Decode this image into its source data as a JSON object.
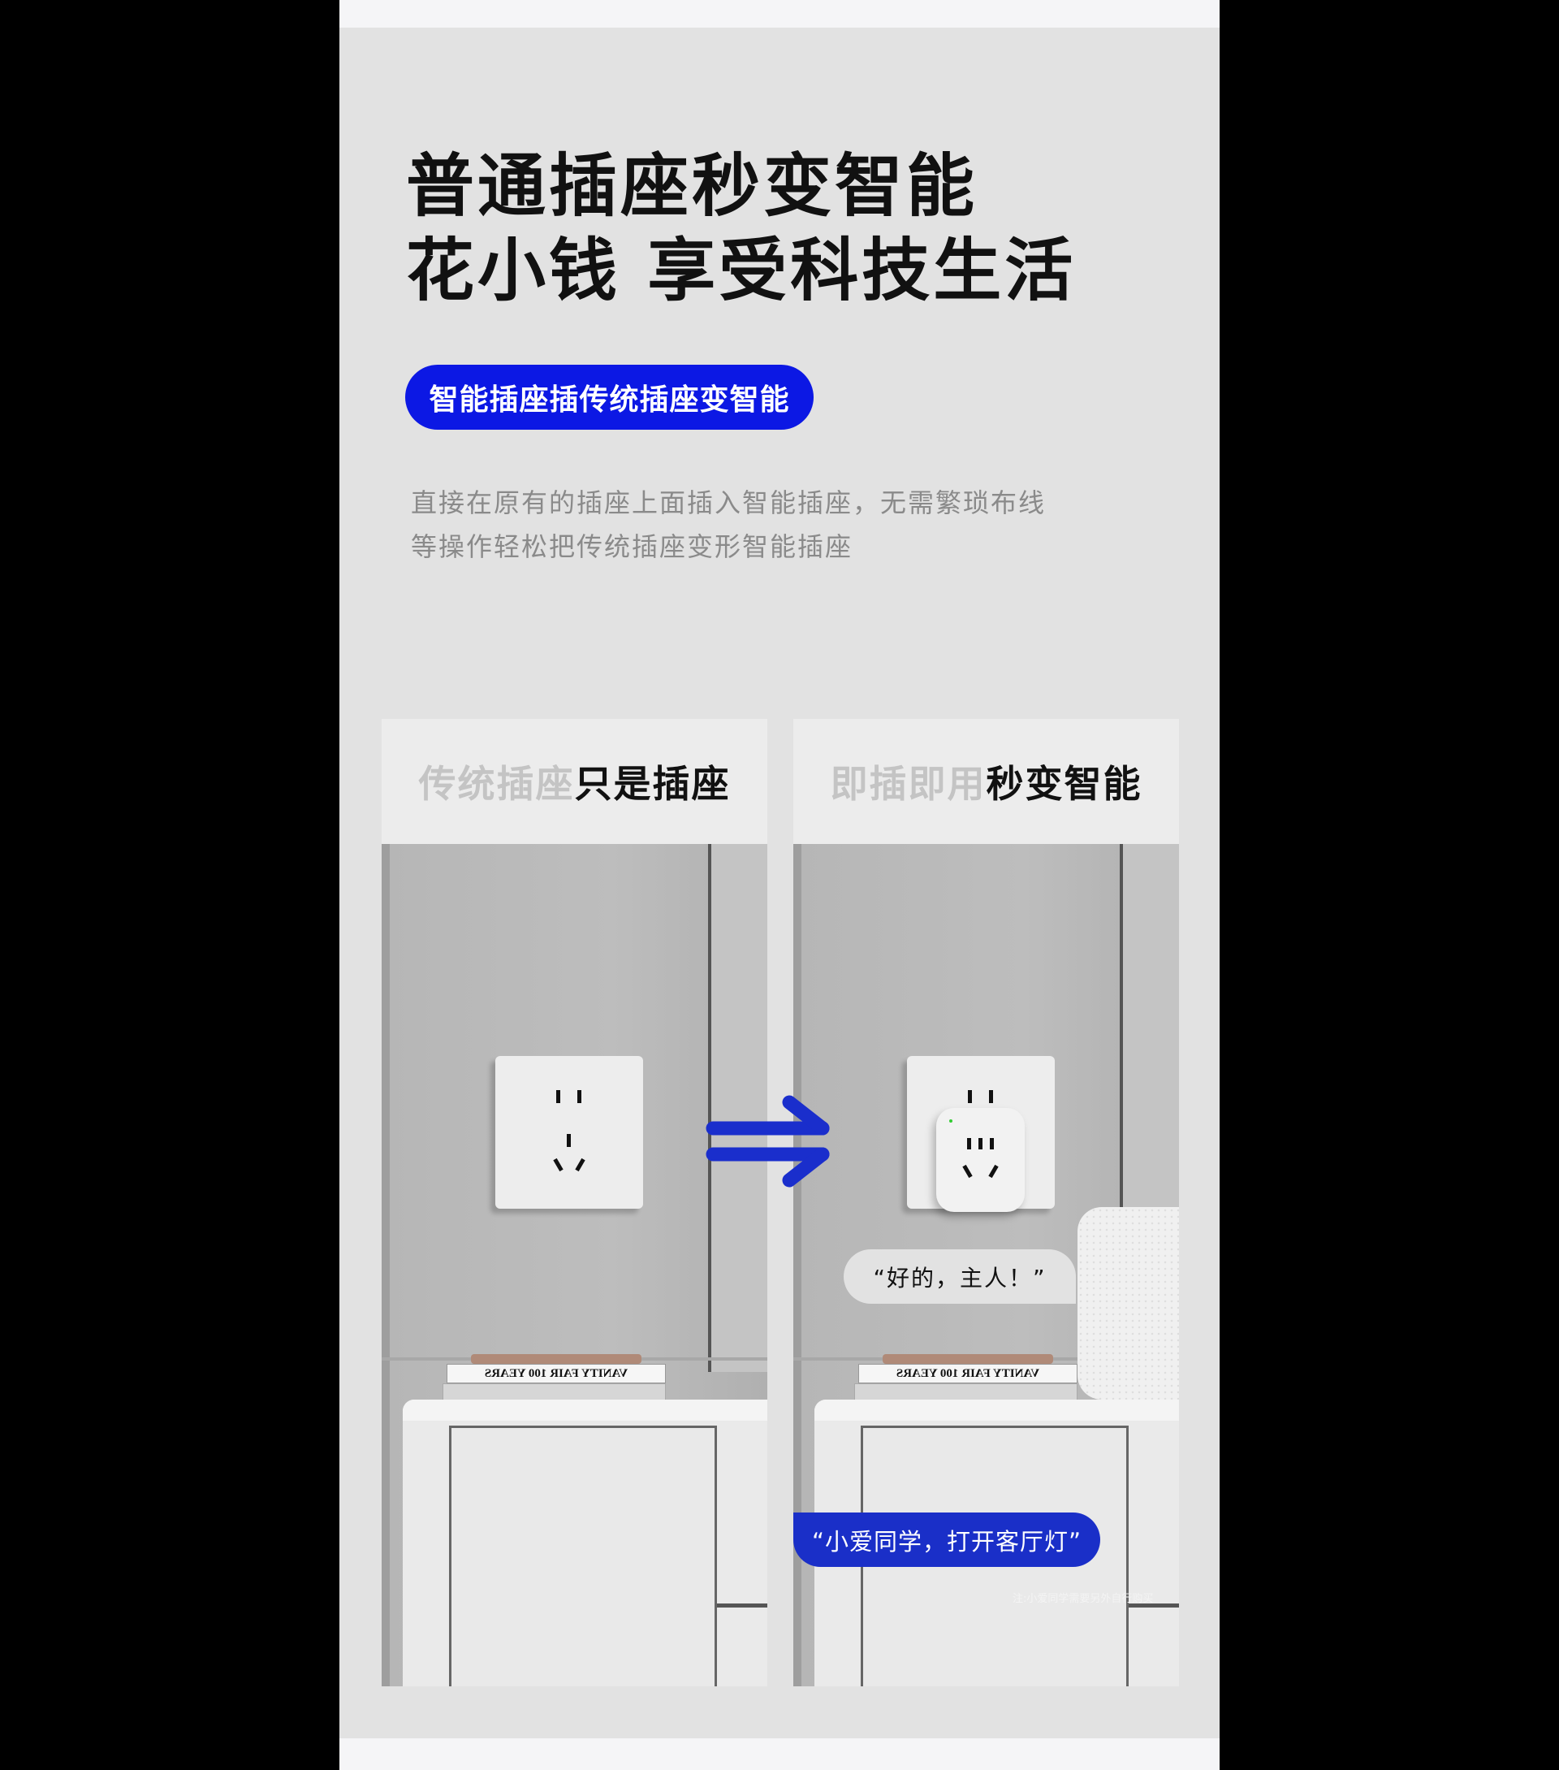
{
  "headline": {
    "line1": "普通插座秒变智能",
    "line2": "花小钱 享受科技生活"
  },
  "badge": "智能插座插传统插座变智能",
  "description": {
    "line1": "直接在原有的插座上面插入智能插座，无需繁琐布线",
    "line2": "等操作轻松把传统插座变形智能插座"
  },
  "panels": [
    {
      "title_muted": "传统插座",
      "title_strong": "只是插座",
      "book": "VANITY FAIR 100 YEARS"
    },
    {
      "title_muted": "即插即用",
      "title_strong": "秒变智能",
      "book": "VANITY FAIR 100 YEARS",
      "reply_bubble": "“好的，主人！”",
      "command_bubble": "“小爱同学，打开客厅灯”",
      "note": "注:小爱同学需要另外自行购买"
    }
  ],
  "colors": {
    "accent": "#0c18e4",
    "bubble": "#1a2fc8",
    "arrow": "#1a2ecc"
  },
  "icons": {
    "arrow": "double-right-arrow-icon"
  }
}
